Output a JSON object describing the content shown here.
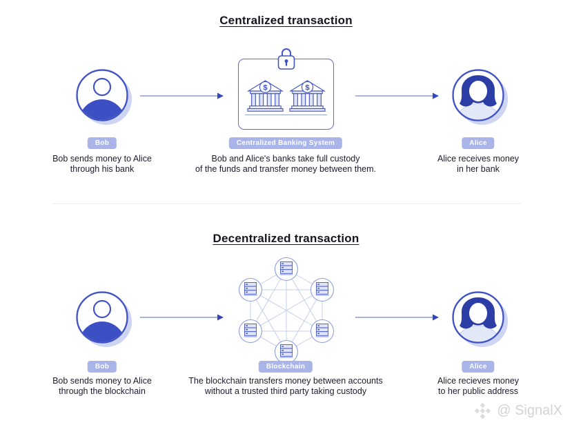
{
  "colors": {
    "person_blue": "#3c50c4",
    "outline_blue": "#4254c5",
    "hair_navy": "#2c3ea6",
    "badge_lavender": "#a9b4e9",
    "shadow_lavender": "#cdd5f3",
    "light_fill": "#e0e5f6",
    "mesh_line": "#c5cfee",
    "box_border": "#5d6ecb",
    "text": "#1b1b2e",
    "watermark_gray": "#d3d3d3"
  },
  "sections": [
    {
      "title": "Centralized transaction",
      "items": [
        {
          "badge": "Bob",
          "line1": "Bob sends money to Alice",
          "line2": "through his bank"
        },
        {
          "badge": "Centralized Banking System",
          "line1": "Bob and Alice's banks take full custody",
          "line2": "of the funds and transfer money between them."
        },
        {
          "badge": "Alice",
          "line1": "Alice receives money",
          "line2": "in her bank"
        }
      ]
    },
    {
      "title": "Decentralized transaction",
      "items": [
        {
          "badge": "Bob",
          "line1": "Bob sends money to Alice",
          "line2": "through the blockchain"
        },
        {
          "badge": "Blockchain",
          "line1": "The blockchain transfers money between accounts",
          "line2": "without a trusted third party taking custody"
        },
        {
          "badge": "Alice",
          "line1": "Alice recieves money",
          "line2": "to her public address"
        }
      ]
    }
  ],
  "icons": {
    "dollar": "$"
  },
  "watermark": {
    "text": "@ SignalX"
  }
}
